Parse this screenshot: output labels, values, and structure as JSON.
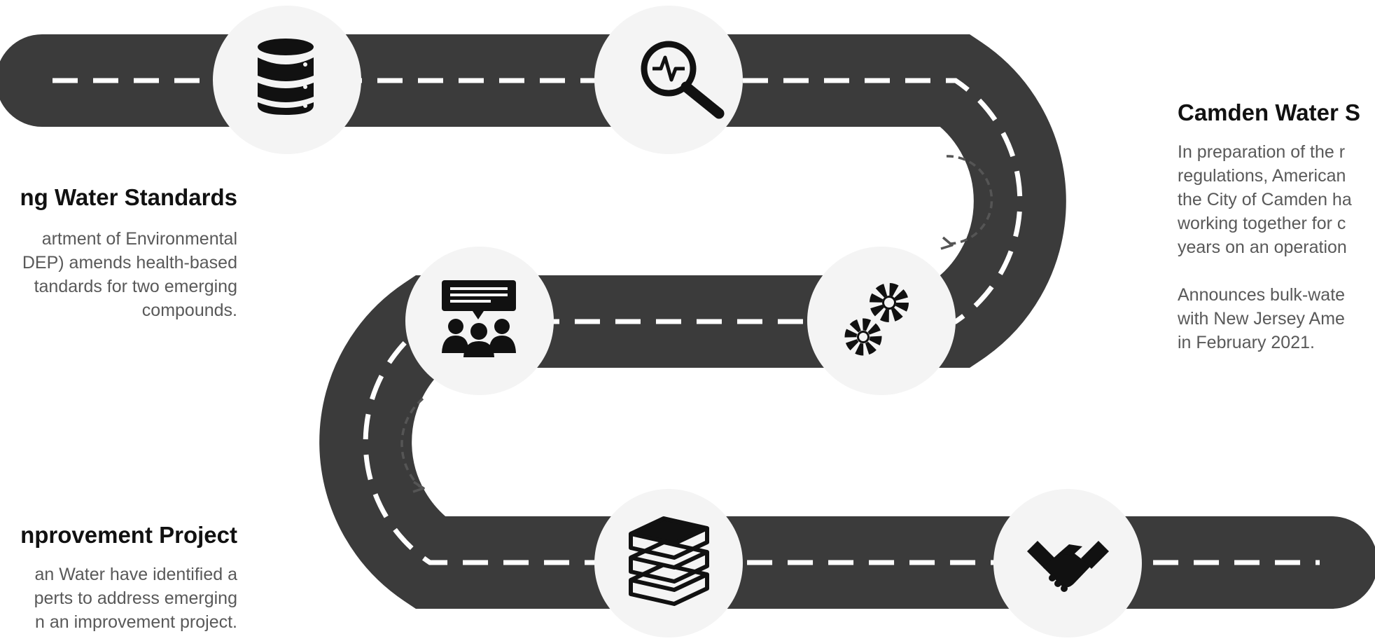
{
  "colors": {
    "road": "#3b3b3b",
    "lane_marking": "#ffffff",
    "badge": "#f4f4f4",
    "icon": "#111111",
    "title_text": "#111111",
    "body_text": "#595959",
    "arrow": "#555555"
  },
  "milestones": [
    {
      "icon": "database-icon"
    },
    {
      "icon": "magnifier-pulse-icon"
    },
    {
      "icon": "gears-icon"
    },
    {
      "icon": "meeting-icon"
    },
    {
      "icon": "books-icon"
    },
    {
      "icon": "handshake-icon"
    }
  ],
  "blocks": {
    "drinking_water": {
      "title": "ng Water Standards",
      "lines": [
        "artment of Environmental",
        "DEP) amends health-based",
        "tandards for two emerging",
        "compounds."
      ]
    },
    "camden": {
      "title": "Camden Water S",
      "lines": [
        "In preparation of the r",
        "regulations, American",
        "the City of Camden ha",
        "working together for c",
        "years on an operation"
      ],
      "lines2": [
        "Announces bulk-wate",
        "with New Jersey Ame",
        "in February 2021."
      ]
    },
    "improvement": {
      "title": "nprovement Project",
      "lines": [
        "an Water have identified a",
        "perts to address emerging",
        "n an improvement project."
      ]
    }
  }
}
